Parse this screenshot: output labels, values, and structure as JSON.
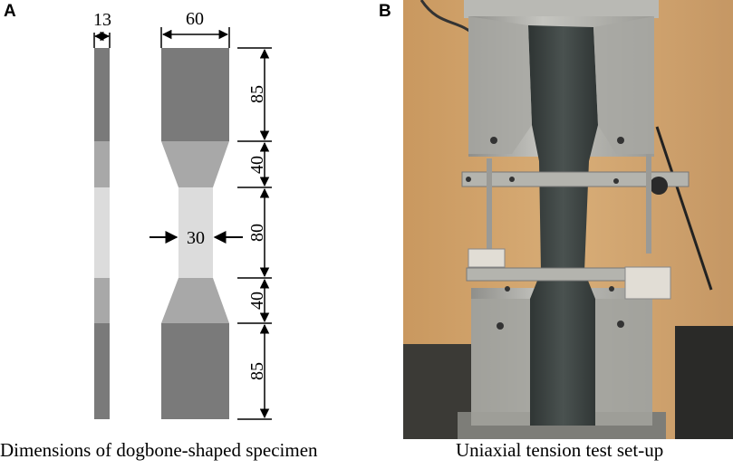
{
  "panel_a": {
    "letter": "A",
    "caption": "Dimensions of dogbone-shaped specimen",
    "dimensions": {
      "thickness": "13",
      "grip_width": "60",
      "neck_width": "30",
      "top_grip_length": "85",
      "top_taper_length": "40",
      "gauge_length": "80",
      "bottom_taper_length": "40",
      "bottom_grip_length": "85"
    },
    "colors": {
      "grip": "#7a7a7a",
      "taper": "#a8a8a8",
      "gauge": "#dcdcdc"
    }
  },
  "panel_b": {
    "letter": "B",
    "caption": "Uniaxial tension test set-up",
    "photo_subject": "dogbone specimen clamped in tensile testing grips with extensometer frame"
  }
}
